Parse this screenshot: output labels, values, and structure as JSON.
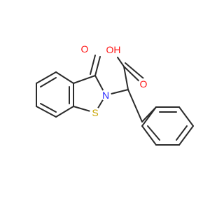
{
  "molecule": {
    "atoms": {
      "oxygen_carbonyl": {
        "symbol": "O",
        "color": "#ff1a1a"
      },
      "oxygen_acid_carbonyl": {
        "symbol": "O",
        "color": "#ff1a1a"
      },
      "hydroxyl": {
        "symbol": "OH",
        "color": "#ff1a1a"
      },
      "nitrogen": {
        "symbol": "N",
        "color": "#2a2aff"
      },
      "sulfur": {
        "symbol": "S",
        "color": "#c8a400"
      }
    },
    "bond_color": "#2b2b2b"
  }
}
